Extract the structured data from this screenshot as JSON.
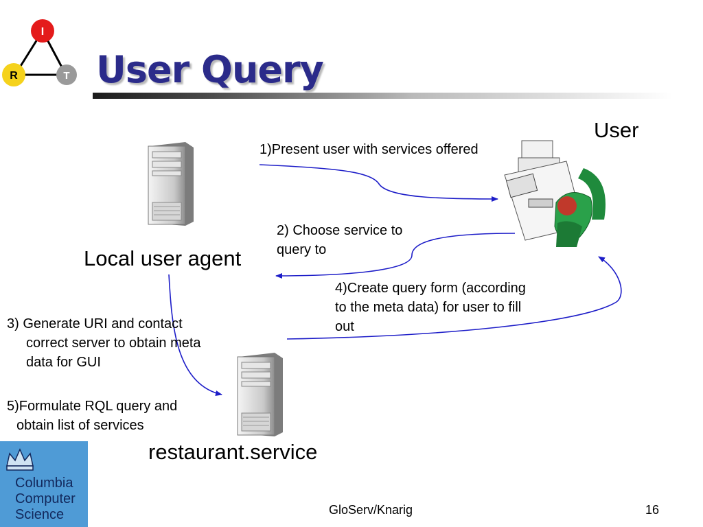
{
  "title": "User Query",
  "logo_letters": {
    "top": "I",
    "left": "R",
    "right": "T"
  },
  "nodes": {
    "local_agent": "Local user agent",
    "user": "User",
    "service": "restaurant.service"
  },
  "steps": {
    "step1": "1)Present user with services offered",
    "step2": [
      "2) Choose service to",
      "query to"
    ],
    "step3": [
      "3) Generate URI and contact",
      "correct server to obtain meta",
      "data for GUI"
    ],
    "step4": [
      "4)Create query form (according",
      "to the meta data) for user to fill",
      "out"
    ],
    "step5": [
      "5)Formulate RQL query and",
      "obtain list of services"
    ]
  },
  "footer": {
    "institution": [
      "Columbia",
      "Computer",
      "Science"
    ],
    "center": "GloServ/Knarig",
    "page": "16"
  },
  "colors": {
    "title": "#2b2b8a",
    "arrow": "#1d1dc8",
    "logo_bg": "#4f9bd6"
  }
}
